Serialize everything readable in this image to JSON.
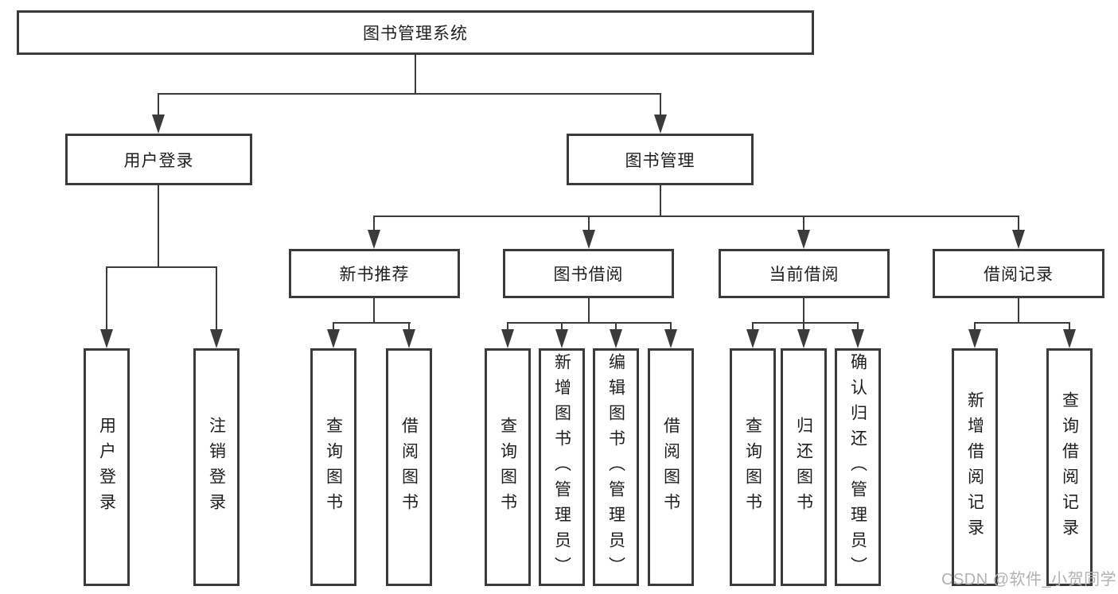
{
  "diagram": {
    "type": "hierarchy-tree",
    "title": "图书管理系统"
  },
  "colors": {
    "line": "#3b3b3b",
    "text": "#1e1e1e",
    "box_background": "#ffffff",
    "background": "#ffffff",
    "watermark": "#b2b2b2"
  },
  "tree": {
    "label": "图书管理系统",
    "children": [
      {
        "label": "用户登录",
        "children": [
          {
            "label": "用户登录"
          },
          {
            "label": "注销登录"
          }
        ]
      },
      {
        "label": "图书管理",
        "children": [
          {
            "label": "新书推荐",
            "children": [
              {
                "label": "查询图书"
              },
              {
                "label": "借阅图书"
              }
            ]
          },
          {
            "label": "图书借阅",
            "children": [
              {
                "label": "查询图书"
              },
              {
                "label": "新增图书（管理员）"
              },
              {
                "label": "编辑图书（管理员）"
              },
              {
                "label": "借阅图书"
              }
            ]
          },
          {
            "label": "当前借阅",
            "children": [
              {
                "label": "查询图书"
              },
              {
                "label": "归还图书"
              },
              {
                "label": "确认归还（管理员）"
              }
            ]
          },
          {
            "label": "借阅记录",
            "children": [
              {
                "label": "新增借阅记录"
              },
              {
                "label": "查询借阅记录"
              }
            ]
          }
        ]
      }
    ]
  },
  "watermark": {
    "text": "CSDN @软件_小贺同学"
  }
}
